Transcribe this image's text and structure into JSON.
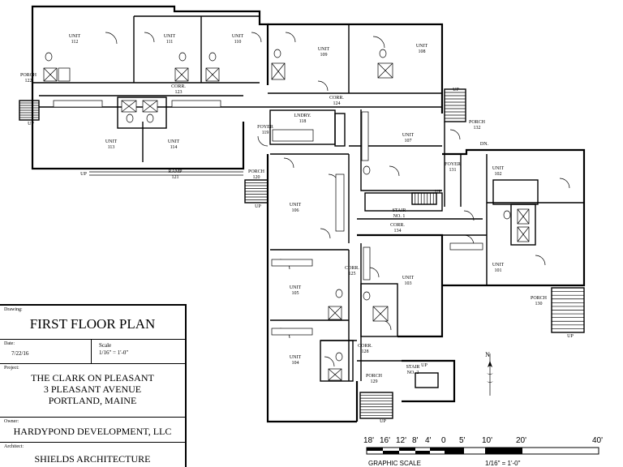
{
  "plan": {
    "rooms": [
      {
        "id": "unit112",
        "lines": [
          "UNIT",
          "112"
        ]
      },
      {
        "id": "unit111",
        "lines": [
          "UNIT",
          "111"
        ]
      },
      {
        "id": "unit110",
        "lines": [
          "UNIT",
          "110"
        ]
      },
      {
        "id": "unit109",
        "lines": [
          "UNIT",
          "109"
        ]
      },
      {
        "id": "unit108",
        "lines": [
          "UNIT",
          "108"
        ]
      },
      {
        "id": "unit113",
        "lines": [
          "UNIT",
          "113"
        ]
      },
      {
        "id": "unit114",
        "lines": [
          "UNIT",
          "114"
        ]
      },
      {
        "id": "unit107",
        "lines": [
          "UNIT",
          "107"
        ]
      },
      {
        "id": "unit106",
        "lines": [
          "UNIT",
          "106"
        ]
      },
      {
        "id": "unit105",
        "lines": [
          "UNIT",
          "105"
        ]
      },
      {
        "id": "unit104",
        "lines": [
          "UNIT",
          "104"
        ]
      },
      {
        "id": "unit103",
        "lines": [
          "UNIT",
          "103"
        ]
      },
      {
        "id": "unit102",
        "lines": [
          "UNIT",
          "102"
        ]
      },
      {
        "id": "unit101",
        "lines": [
          "UNIT",
          "101"
        ]
      },
      {
        "id": "porch122",
        "lines": [
          "PORCH",
          "122"
        ]
      },
      {
        "id": "corr123",
        "lines": [
          "CORR.",
          "123"
        ]
      },
      {
        "id": "corr124",
        "lines": [
          "CORR.",
          "124"
        ]
      },
      {
        "id": "lndry118",
        "lines": [
          "LNDRY.",
          "118"
        ]
      },
      {
        "id": "foyer119",
        "lines": [
          "FOYER",
          "119"
        ]
      },
      {
        "id": "ramp121",
        "lines": [
          "RAMP",
          "121"
        ]
      },
      {
        "id": "porch120",
        "lines": [
          "PORCH",
          "120"
        ]
      },
      {
        "id": "porch132",
        "lines": [
          "PORCH",
          "132"
        ]
      },
      {
        "id": "foyer131",
        "lines": [
          "FOYER",
          "131"
        ]
      },
      {
        "id": "stair1",
        "lines": [
          "STAIR",
          "NO. 1"
        ]
      },
      {
        "id": "corr134",
        "lines": [
          "CORR.",
          "134"
        ]
      },
      {
        "id": "corr125",
        "lines": [
          "CORR.",
          "125"
        ]
      },
      {
        "id": "corr128",
        "lines": [
          "CORR.",
          "128"
        ]
      },
      {
        "id": "porch129",
        "lines": [
          "PORCH",
          "129"
        ]
      },
      {
        "id": "stair2",
        "lines": [
          "STAIR",
          "NO. 2"
        ]
      },
      {
        "id": "porch130",
        "lines": [
          "PORCH",
          "130"
        ]
      }
    ],
    "up_labels": [
      "UP",
      "UP",
      "UP",
      "UP",
      "UP",
      "UP",
      "UP",
      "UP"
    ],
    "dn_label": "DN.",
    "north": "N"
  },
  "titleblock": {
    "drawing_label": "Drawing:",
    "drawing_title": "FIRST FLOOR PLAN",
    "date_label": "Date:",
    "date_value": "7/22/16",
    "scale_label": "Scale",
    "scale_value": "1/16\" = 1'-0\"",
    "project_label": "Project:",
    "project_line1": "THE CLARK ON PLEASANT",
    "project_line2": "3 PLEASANT AVENUE",
    "project_line3": "PORTLAND,  MAINE",
    "owner_label": "Owner:",
    "owner_value": "HARDYPOND DEVELOPMENT, LLC",
    "architect_label": "Architect:",
    "architect_value": "SHIELDS ARCHITECTURE"
  },
  "scale_bar": {
    "labels": [
      "18'",
      "16'",
      "12'",
      "8'",
      "4'",
      "0",
      "5'",
      "10'",
      "20'",
      "40'"
    ],
    "caption": "GRAPHIC SCALE",
    "caption_value": "1/16\" = 1'-0\""
  }
}
